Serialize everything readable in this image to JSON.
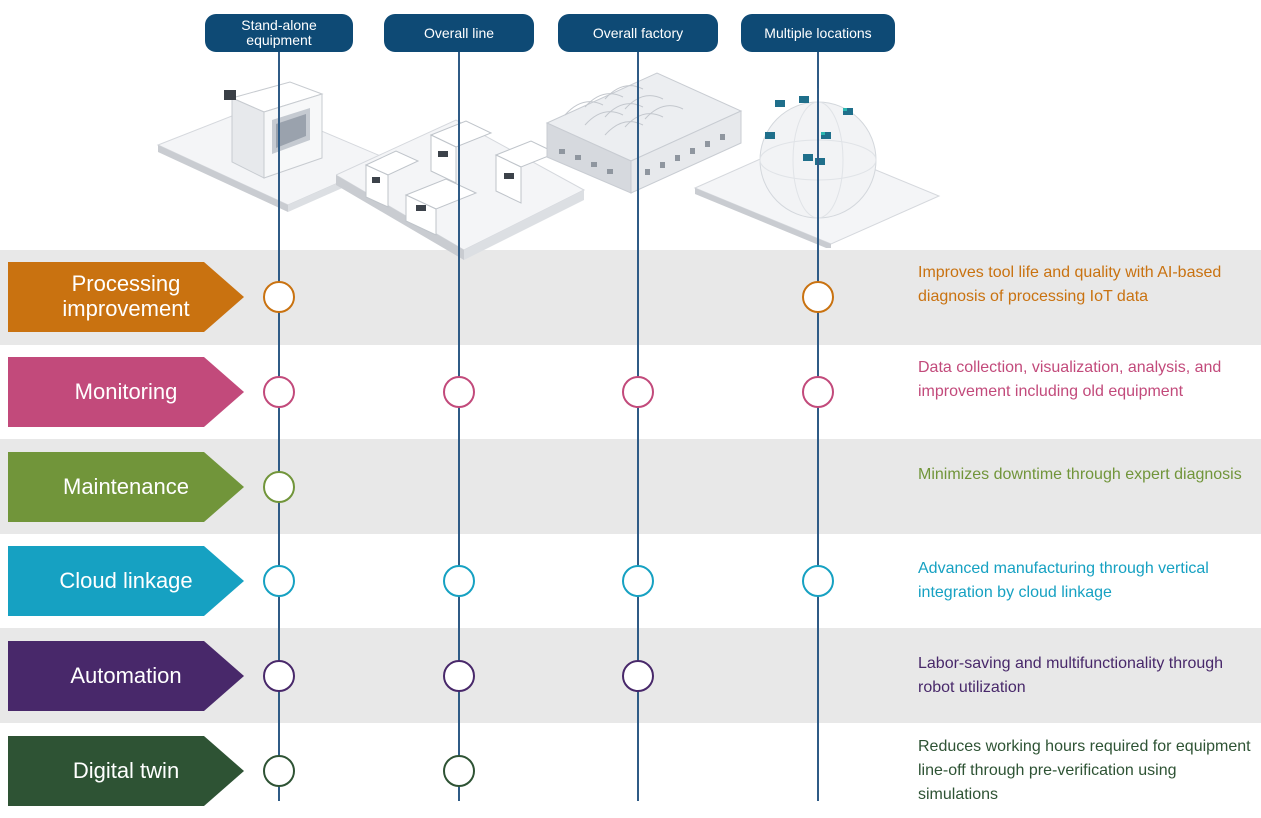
{
  "columns": [
    {
      "label": "Stand-alone\nequipment"
    },
    {
      "label": "Overall line"
    },
    {
      "label": "Overall factory"
    },
    {
      "label": "Multiple locations"
    }
  ],
  "rows": [
    {
      "label": "Processing\nimprovement",
      "color": "#c97210",
      "description": "Improves tool life and quality with AI-based diagnosis of processing IoT data",
      "marks": [
        true,
        false,
        false,
        true
      ]
    },
    {
      "label": "Monitoring",
      "color": "#c24a7b",
      "description": "Data collection, visualization, analysis, and improvement including old equipment",
      "marks": [
        true,
        true,
        true,
        true
      ]
    },
    {
      "label": "Maintenance",
      "color": "#71953a",
      "description": "Minimizes downtime through expert diagnosis",
      "marks": [
        true,
        false,
        false,
        false
      ]
    },
    {
      "label": "Cloud linkage",
      "color": "#16a1c2",
      "description": "Advanced manufacturing through vertical integration by cloud linkage",
      "marks": [
        true,
        true,
        true,
        true
      ]
    },
    {
      "label": "Automation",
      "color": "#48286a",
      "description": "Labor-saving and multifunctionality through robot utilization",
      "marks": [
        true,
        true,
        true,
        false
      ]
    },
    {
      "label": "Digital twin",
      "color": "#2e5334",
      "description": "Reduces working hours required for equipment line-off through pre-verification using simulations",
      "marks": [
        true,
        true,
        false,
        false
      ]
    }
  ],
  "illustrations": [
    {
      "name": "stand-alone-machine-icon"
    },
    {
      "name": "production-line-icon"
    },
    {
      "name": "factory-building-icon"
    },
    {
      "name": "globe-locations-icon"
    }
  ],
  "colors": {
    "header_pill": "#0e4a75",
    "vertical_line": "#2f5b86",
    "band_shade": "#e8e8e8"
  }
}
